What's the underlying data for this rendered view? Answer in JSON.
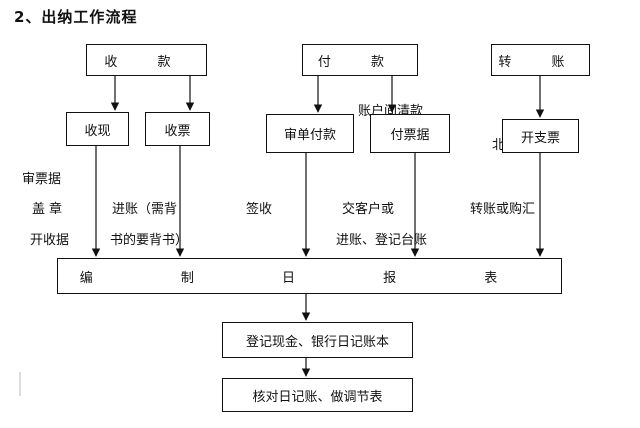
{
  "title": "2、出纳工作流程",
  "nodes": {
    "receive": "收 款",
    "pay": "付 款",
    "transfer": "转 账",
    "cash": "收现",
    "bill": "收票",
    "review_pay": "审单付款",
    "pay_bill": "付票据",
    "cheque": "开支票",
    "report": "编 制 日 报 表",
    "ledger": "登记现金、银行日记账本",
    "reconcile": "核对日记账、做调节表"
  },
  "annotations": {
    "review_bill": "审票据",
    "seal": "盖章",
    "issue_receipt": "开收据",
    "enter_1": "进账（需背",
    "enter_2": "书的要背书）",
    "sign": "签收",
    "deliver": "交客户或",
    "enter_register": "进账、登记台账",
    "transfer_or_remit": "转账或购汇",
    "acct_fragment": "账户间清款",
    "partial": "北"
  }
}
